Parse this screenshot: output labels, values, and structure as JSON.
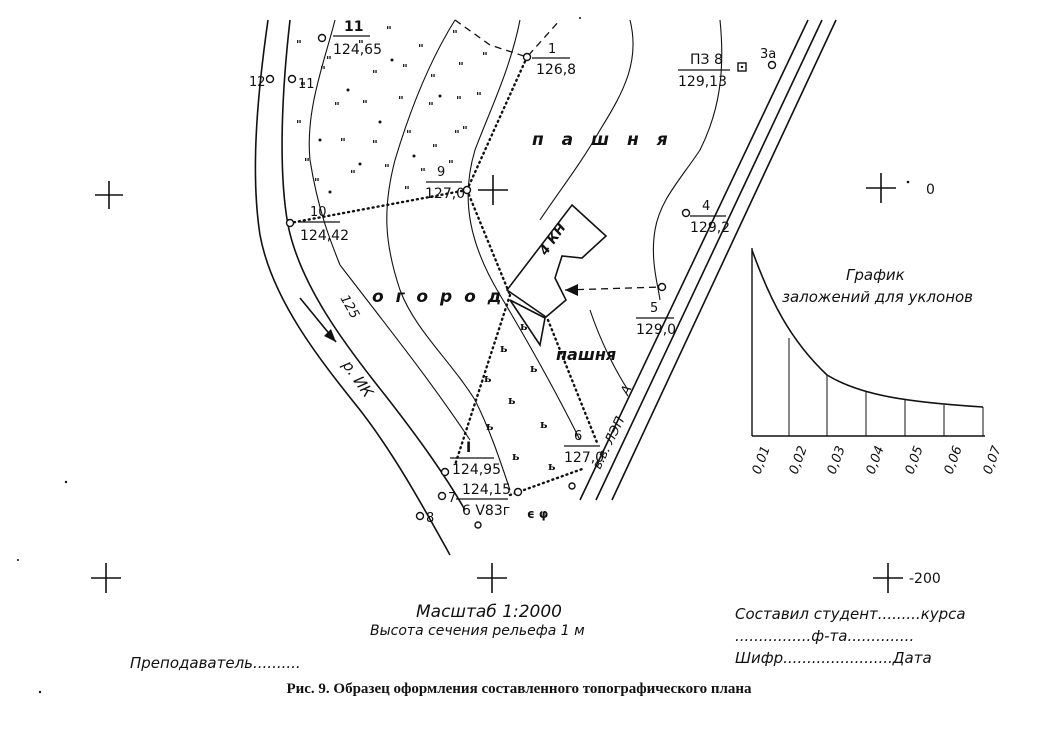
{
  "caption": "Рис. 9. Образец оформления составленного топографического плана",
  "scale": {
    "label": "Масштаб  1:2000",
    "relief": "Высота сечения рельефа  1 м"
  },
  "grid_labels": {
    "top": "0",
    "bottom": "-200"
  },
  "contour_label": "125",
  "river_label": "р. ИК",
  "points": {
    "p11_num": "11",
    "p11_elev": "124,65",
    "p1_num": "1",
    "p1_elev": "126,8",
    "p9_num": "9",
    "p9_elev": "127,0",
    "p10_num": "10",
    "p10_elev": "124,42",
    "p5_num": "5",
    "p5_elev": "129,0",
    "p4_num": "4",
    "p4_elev": "129,2",
    "p6_num": "6",
    "p6_elev": "127,0",
    "pI_num": "I",
    "pI_elev": "124,95",
    "p7_elev": "124,15",
    "p7_desc": "6 V83г",
    "pz_num": "ПЗ 8",
    "pz_elev": "129,13",
    "lbl_12": "12",
    "lbl_11": "11",
    "lbl_3a": "3а",
    "lbl_7": "7",
    "lbl_8": "8"
  },
  "areas": {
    "arable_top": "п а ш н я",
    "garden": "о г о р о д",
    "arable_low": "пашня",
    "building": "4 КН",
    "power_line": "в.в. ЛЭП"
  },
  "graph": {
    "title_line1": "График",
    "title_line2": "заложений для уклонов",
    "ticks": [
      "0,01",
      "0,02",
      "0,03",
      "0,04",
      "0,05",
      "0,06",
      "0,07"
    ]
  },
  "signature": {
    "line1": "Составил студент.........курса",
    "line2": "................ф-та..............",
    "line3": "Шифр.......................Дата",
    "teacher": "Преподаватель.........."
  }
}
